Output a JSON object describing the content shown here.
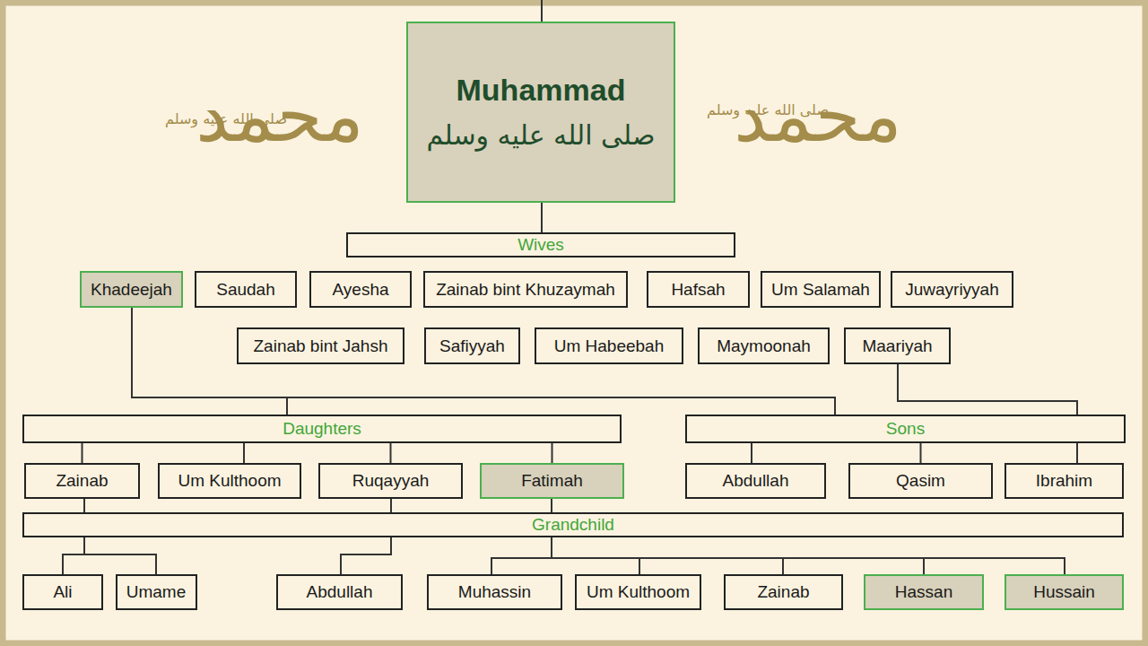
{
  "diagram": {
    "nodes": [
      {
        "text": [
          "Muhammad",
          "صلى الله عليه وسلم"
        ]
      },
      {
        "text": [
          "Wives"
        ]
      },
      {
        "text": [
          "Khadeejah"
        ]
      },
      {
        "text": [
          "Saudah"
        ]
      },
      {
        "text": [
          "Ayesha"
        ]
      },
      {
        "text": [
          "Zainab bint Khuzaymah"
        ]
      },
      {
        "text": [
          "Hafsah"
        ]
      },
      {
        "text": [
          "Um Salamah"
        ]
      },
      {
        "text": [
          "Juwayriyyah"
        ]
      },
      {
        "text": [
          "Zainab bint Jahsh"
        ]
      },
      {
        "text": [
          "Safiyyah"
        ]
      },
      {
        "text": [
          "Um Habeebah"
        ]
      },
      {
        "text": [
          "Maymoonah"
        ]
      },
      {
        "text": [
          "Maariyah"
        ]
      },
      {
        "text": [
          "Daughters"
        ]
      },
      {
        "text": [
          "Zainab"
        ]
      },
      {
        "text": [
          "Um Kulthoom"
        ]
      },
      {
        "text": [
          "Ruqayyah"
        ]
      },
      {
        "text": [
          "Fatimah"
        ]
      },
      {
        "text": [
          "Sons"
        ]
      },
      {
        "text": [
          "Abdullah"
        ]
      },
      {
        "text": [
          "Qasim"
        ]
      },
      {
        "text": [
          "Ibrahim"
        ]
      },
      {
        "text": [
          "Grandchild"
        ]
      },
      {
        "text": [
          "Ali"
        ]
      },
      {
        "text": [
          "Umame"
        ]
      },
      {
        "text": [
          "Abdullah"
        ]
      },
      {
        "text": [
          "Muhassin"
        ]
      },
      {
        "text": [
          "Um Kulthoom"
        ]
      },
      {
        "text": [
          "Zainab"
        ]
      },
      {
        "text": [
          "Hassan"
        ]
      },
      {
        "text": [
          "Hussain"
        ]
      }
    ],
    "edges": [
      {
        "from": 0,
        "to": 1,
        "arrow": "none"
      },
      {
        "from": 2,
        "to": 14,
        "arrow": "none"
      },
      {
        "from": 2,
        "to": 19,
        "arrow": "none"
      },
      {
        "from": 13,
        "to": 19,
        "arrow": "none"
      },
      {
        "from": 14,
        "to": 15,
        "arrow": "none"
      },
      {
        "from": 14,
        "to": 16,
        "arrow": "none"
      },
      {
        "from": 14,
        "to": 17,
        "arrow": "none"
      },
      {
        "from": 14,
        "to": 18,
        "arrow": "none"
      },
      {
        "from": 19,
        "to": 20,
        "arrow": "none"
      },
      {
        "from": 19,
        "to": 21,
        "arrow": "none"
      },
      {
        "from": 19,
        "to": 22,
        "arrow": "none"
      },
      {
        "from": 15,
        "to": 23,
        "arrow": "none"
      },
      {
        "from": 17,
        "to": 23,
        "arrow": "none"
      },
      {
        "from": 18,
        "to": 23,
        "arrow": "none"
      },
      {
        "from": 23,
        "to": 24,
        "arrow": "none"
      },
      {
        "from": 23,
        "to": 25,
        "arrow": "none"
      },
      {
        "from": 23,
        "to": 26,
        "arrow": "none"
      },
      {
        "from": 23,
        "to": 27,
        "arrow": "none"
      },
      {
        "from": 23,
        "to": 28,
        "arrow": "none"
      },
      {
        "from": 23,
        "to": 29,
        "arrow": "none"
      },
      {
        "from": 23,
        "to": 30,
        "arrow": "none"
      },
      {
        "from": 23,
        "to": 31,
        "arrow": "none"
      }
    ],
    "labels": [
      "محمد",
      "صلى الله عليه وسلم",
      "محمد",
      "صلى الله عليه وسلم"
    ]
  }
}
